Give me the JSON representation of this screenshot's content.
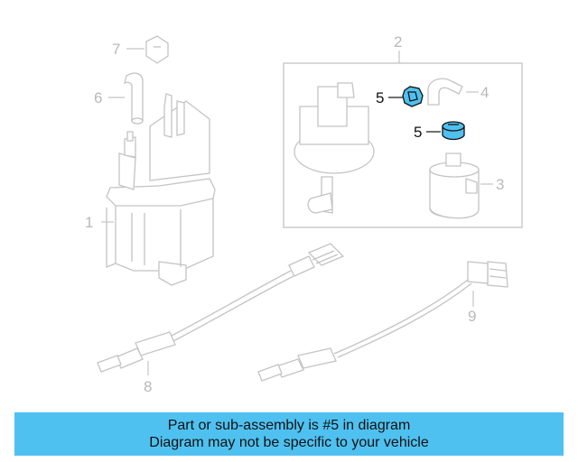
{
  "colors": {
    "highlight": "#4fc1f0",
    "banner": "#4fc1f0",
    "line_art": "#c4c4c4",
    "callout_text": "#111111"
  },
  "callouts": {
    "c1": "1",
    "c2": "2",
    "c3": "3",
    "c4": "4",
    "c5a": "5",
    "c5b": "5",
    "c6": "6",
    "c7": "7",
    "c8": "8",
    "c9": "9"
  },
  "banner": {
    "line1": "Part or sub-assembly is #5 in diagram",
    "line2": "Diagram may not be specific to your vehicle"
  }
}
